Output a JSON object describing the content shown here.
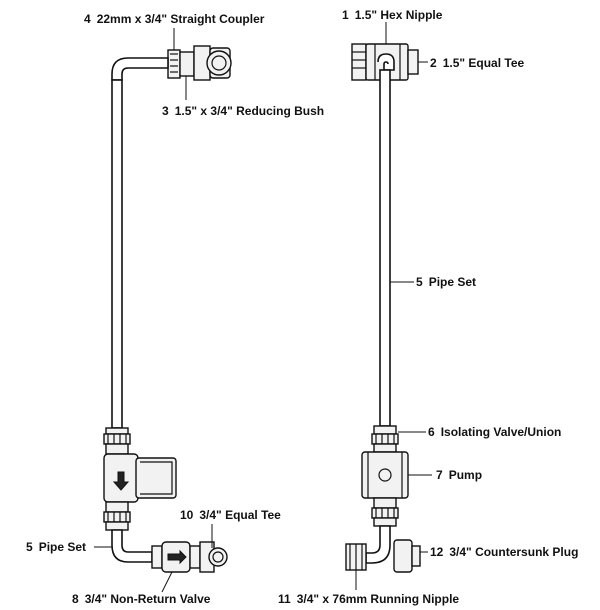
{
  "labels": {
    "l1": {
      "num": "1",
      "text": "1.5\" Hex Nipple"
    },
    "l2": {
      "num": "2",
      "text": "1.5\" Equal Tee"
    },
    "l3": {
      "num": "3",
      "text": "1.5\" x 3/4\" Reducing Bush"
    },
    "l4": {
      "num": "4",
      "text": "22mm x 3/4\" Straight Coupler"
    },
    "l5a": {
      "num": "5",
      "text": "Pipe Set"
    },
    "l5b": {
      "num": "5",
      "text": "Pipe Set"
    },
    "l6": {
      "num": "6",
      "text": "Isolating Valve/Union"
    },
    "l7": {
      "num": "7",
      "text": "Pump"
    },
    "l8": {
      "num": "8",
      "text": "3/4\" Non-Return Valve"
    },
    "l10": {
      "num": "10",
      "text": "3/4\" Equal Tee"
    },
    "l11": {
      "num": "11",
      "text": "3/4\" x 76mm Running Nipple"
    },
    "l12": {
      "num": "12",
      "text": "3/4\" Countersunk Plug"
    }
  }
}
